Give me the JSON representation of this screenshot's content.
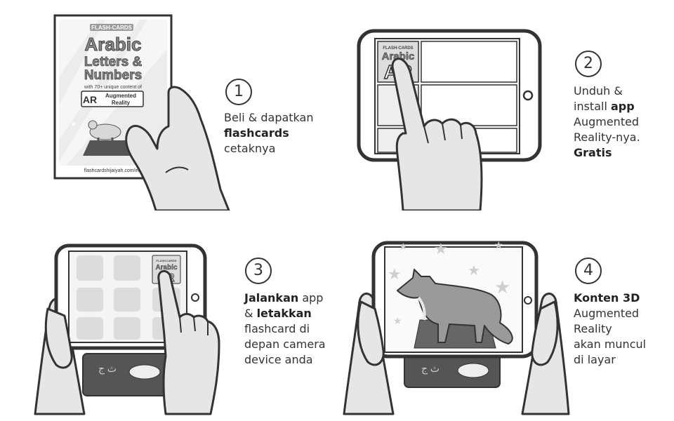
{
  "steps": [
    {
      "number": "1",
      "lines": [
        [
          "Beli & dapatkan"
        ],
        [
          "",
          "flashcards"
        ],
        [
          "cetaknya"
        ]
      ]
    },
    {
      "number": "2",
      "lines": [
        [
          "Unduh &"
        ],
        [
          "install ",
          "app"
        ],
        [
          "Augmented"
        ],
        [
          "Reality-nya."
        ],
        [
          "",
          "Gratis"
        ]
      ]
    },
    {
      "number": "3",
      "lines": [
        [
          "",
          "Jalankan",
          " app"
        ],
        [
          "& ",
          "letakkan"
        ],
        [
          "flashcard di"
        ],
        [
          "depan camera"
        ],
        [
          "device anda"
        ]
      ]
    },
    {
      "number": "4",
      "lines": [
        [
          "",
          "Konten 3D"
        ],
        [
          "Augmented"
        ],
        [
          "Reality"
        ],
        [
          "akan muncul"
        ],
        [
          "di layar"
        ]
      ]
    }
  ],
  "card": {
    "badge": "FLASH-CARDS",
    "title_line1": "Arabic",
    "title_line2": "Letters &",
    "title_line3": "Numbers",
    "subtitle": "with 70+ unique content of",
    "ar_label": "AR",
    "ar_text_line1": "Augmented",
    "ar_text_line2": "Reality",
    "url": "flashcardshijaiyah.com/en/"
  },
  "app_icon": {
    "badge": "FLASH-CARDS",
    "title": "Arabic",
    "logo": "AR"
  },
  "colors": {
    "stroke": "#333333",
    "hand": "#e6e6e6",
    "screen": "#f4f4f4",
    "tile": "#dcdcdc"
  }
}
